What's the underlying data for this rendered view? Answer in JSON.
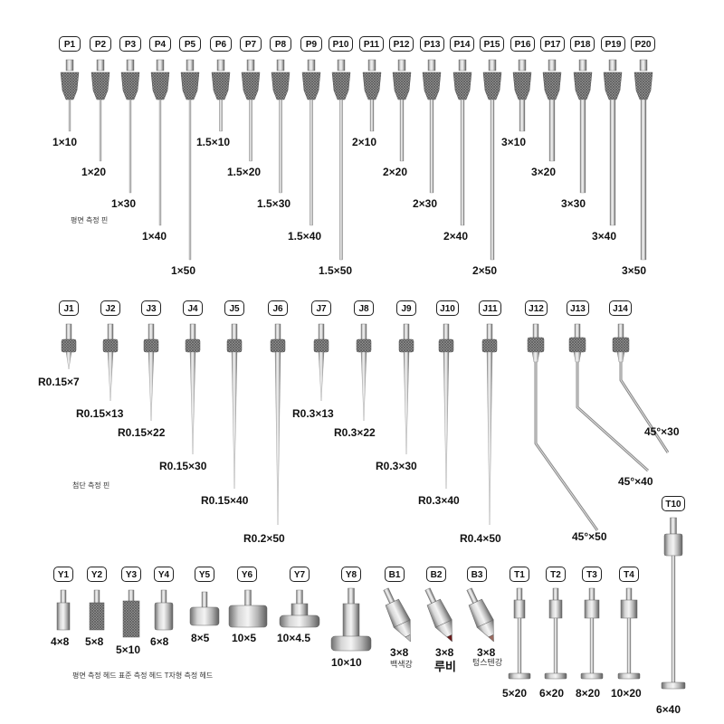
{
  "flat_pins": [
    {
      "code": "P1",
      "size": "1×10"
    },
    {
      "code": "P2",
      "size": "1×20"
    },
    {
      "code": "P3",
      "size": "1×30"
    },
    {
      "code": "P4",
      "size": "1×40"
    },
    {
      "code": "P5",
      "size": "1×50"
    },
    {
      "code": "P6",
      "size": "1.5×10"
    },
    {
      "code": "P7",
      "size": "1.5×20"
    },
    {
      "code": "P8",
      "size": "1.5×30"
    },
    {
      "code": "P9",
      "size": "1.5×40"
    },
    {
      "code": "P10",
      "size": "1.5×50"
    },
    {
      "code": "P11",
      "size": "2×10"
    },
    {
      "code": "P12",
      "size": "2×20"
    },
    {
      "code": "P13",
      "size": "2×30"
    },
    {
      "code": "P14",
      "size": "2×40"
    },
    {
      "code": "P15",
      "size": "2×50"
    },
    {
      "code": "P16",
      "size": "3×10"
    },
    {
      "code": "P17",
      "size": "3×20"
    },
    {
      "code": "P18",
      "size": "3×30"
    },
    {
      "code": "P19",
      "size": "3×40"
    },
    {
      "code": "P20",
      "size": "3×50"
    }
  ],
  "tip_pins": [
    {
      "code": "J1",
      "size": "R0.15×7"
    },
    {
      "code": "J2",
      "size": "R0.15×13"
    },
    {
      "code": "J3",
      "size": "R0.15×22"
    },
    {
      "code": "J4",
      "size": "R0.15×30"
    },
    {
      "code": "J5",
      "size": "R0.15×40"
    },
    {
      "code": "J6",
      "size": "R0.2×50"
    },
    {
      "code": "J7",
      "size": "R0.3×13"
    },
    {
      "code": "J8",
      "size": "R0.3×22"
    },
    {
      "code": "J9",
      "size": "R0.3×30"
    },
    {
      "code": "J10",
      "size": "R0.3×40"
    },
    {
      "code": "J11",
      "size": "R0.4×50"
    },
    {
      "code": "J12",
      "size": "45°×50"
    },
    {
      "code": "J13",
      "size": "45°×40"
    },
    {
      "code": "J14",
      "size": "45°×30"
    }
  ],
  "heads": [
    {
      "code": "Y1",
      "size": "4×8"
    },
    {
      "code": "Y2",
      "size": "5×8"
    },
    {
      "code": "Y3",
      "size": "5×10"
    },
    {
      "code": "Y4",
      "size": "6×8"
    },
    {
      "code": "Y5",
      "size": "8×5"
    },
    {
      "code": "Y6",
      "size": "10×5"
    },
    {
      "code": "Y7",
      "size": "10×4.5"
    },
    {
      "code": "Y8",
      "size": "10×10"
    },
    {
      "code": "B1",
      "size": "3×8",
      "material": "백색강"
    },
    {
      "code": "B2",
      "size": "3×8",
      "material": "루비"
    },
    {
      "code": "B3",
      "size": "3×8",
      "material": "텅스텐강"
    },
    {
      "code": "T1",
      "size": "5×20"
    },
    {
      "code": "T2",
      "size": "6×20"
    },
    {
      "code": "T3",
      "size": "8×20"
    },
    {
      "code": "T4",
      "size": "10×20"
    },
    {
      "code": "T10",
      "size": "6×40"
    }
  ],
  "captions": {
    "flat_pins": "평면 측정 핀",
    "tip_pins": "첨단 측정 핀",
    "heads": "평면 측정 헤드 표준 측정 헤드 T자형 측정 헤드"
  }
}
